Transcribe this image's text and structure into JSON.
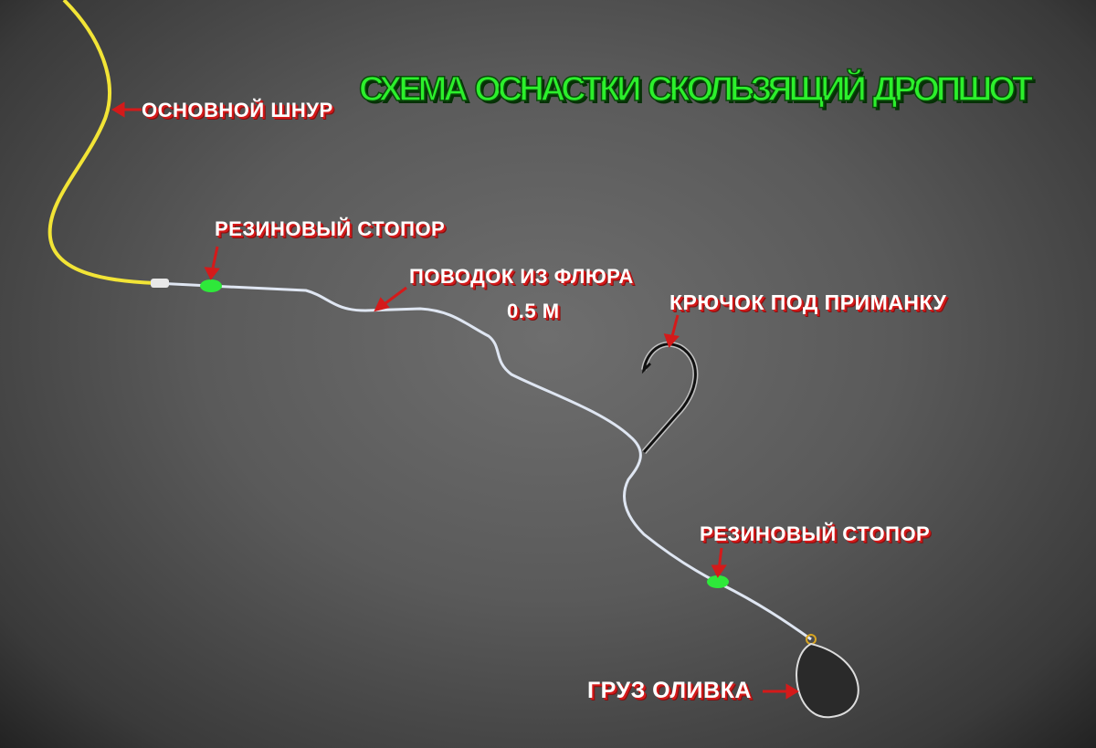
{
  "title": "СХЕМА ОСНАСТКИ СКОЛЬЗЯЩИЙ ДРОПШОТ",
  "labels": {
    "main_line": "ОСНОВНОЙ ШНУР",
    "stopper_top": "РЕЗИНОВЫЙ СТОПОР",
    "leader": "ПОВОДОК ИЗ ФЛЮРА",
    "leader_length": "0.5 М",
    "hook": "КРЮЧОК ПОД ПРИМАНКУ",
    "stopper_bottom": "РЕЗИНОВЫЙ СТОПОР",
    "sinker": "ГРУЗ ОЛИВКА"
  },
  "colors": {
    "main_line": "#f2e436",
    "leader": "#dfe6f2",
    "stopper": "#2ee83a",
    "title": "#2cf02c",
    "arrow": "#d41a1a"
  }
}
